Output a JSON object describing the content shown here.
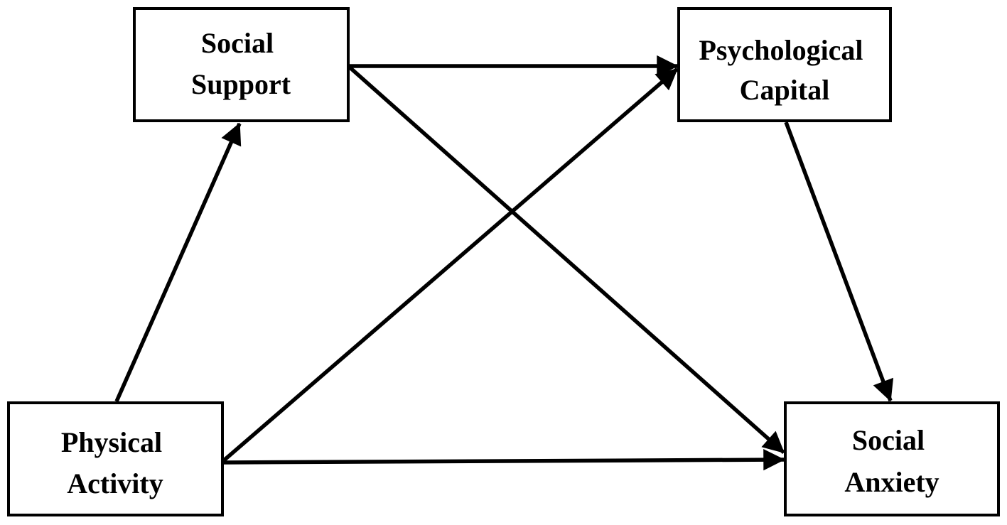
{
  "diagram": {
    "type": "path-model",
    "colors": {
      "box_stroke": "#000000",
      "box_fill": "#ffffff",
      "arrow": "#000000",
      "text": "#000000",
      "background": "#ffffff"
    },
    "nodes": [
      {
        "id": "social-support",
        "lines": [
          "Social",
          "Support"
        ]
      },
      {
        "id": "psychological-capital",
        "lines": [
          "Psychological",
          "Capital"
        ]
      },
      {
        "id": "physical-activity",
        "lines": [
          "Physical",
          "Activity"
        ]
      },
      {
        "id": "social-anxiety",
        "lines": [
          "Social",
          "Anxiety"
        ]
      }
    ],
    "edges": [
      {
        "from": "physical-activity",
        "to": "social-support"
      },
      {
        "from": "social-support",
        "to": "psychological-capital"
      },
      {
        "from": "social-support",
        "to": "social-anxiety"
      },
      {
        "from": "physical-activity",
        "to": "psychological-capital"
      },
      {
        "from": "psychological-capital",
        "to": "social-anxiety"
      },
      {
        "from": "physical-activity",
        "to": "social-anxiety"
      }
    ]
  }
}
